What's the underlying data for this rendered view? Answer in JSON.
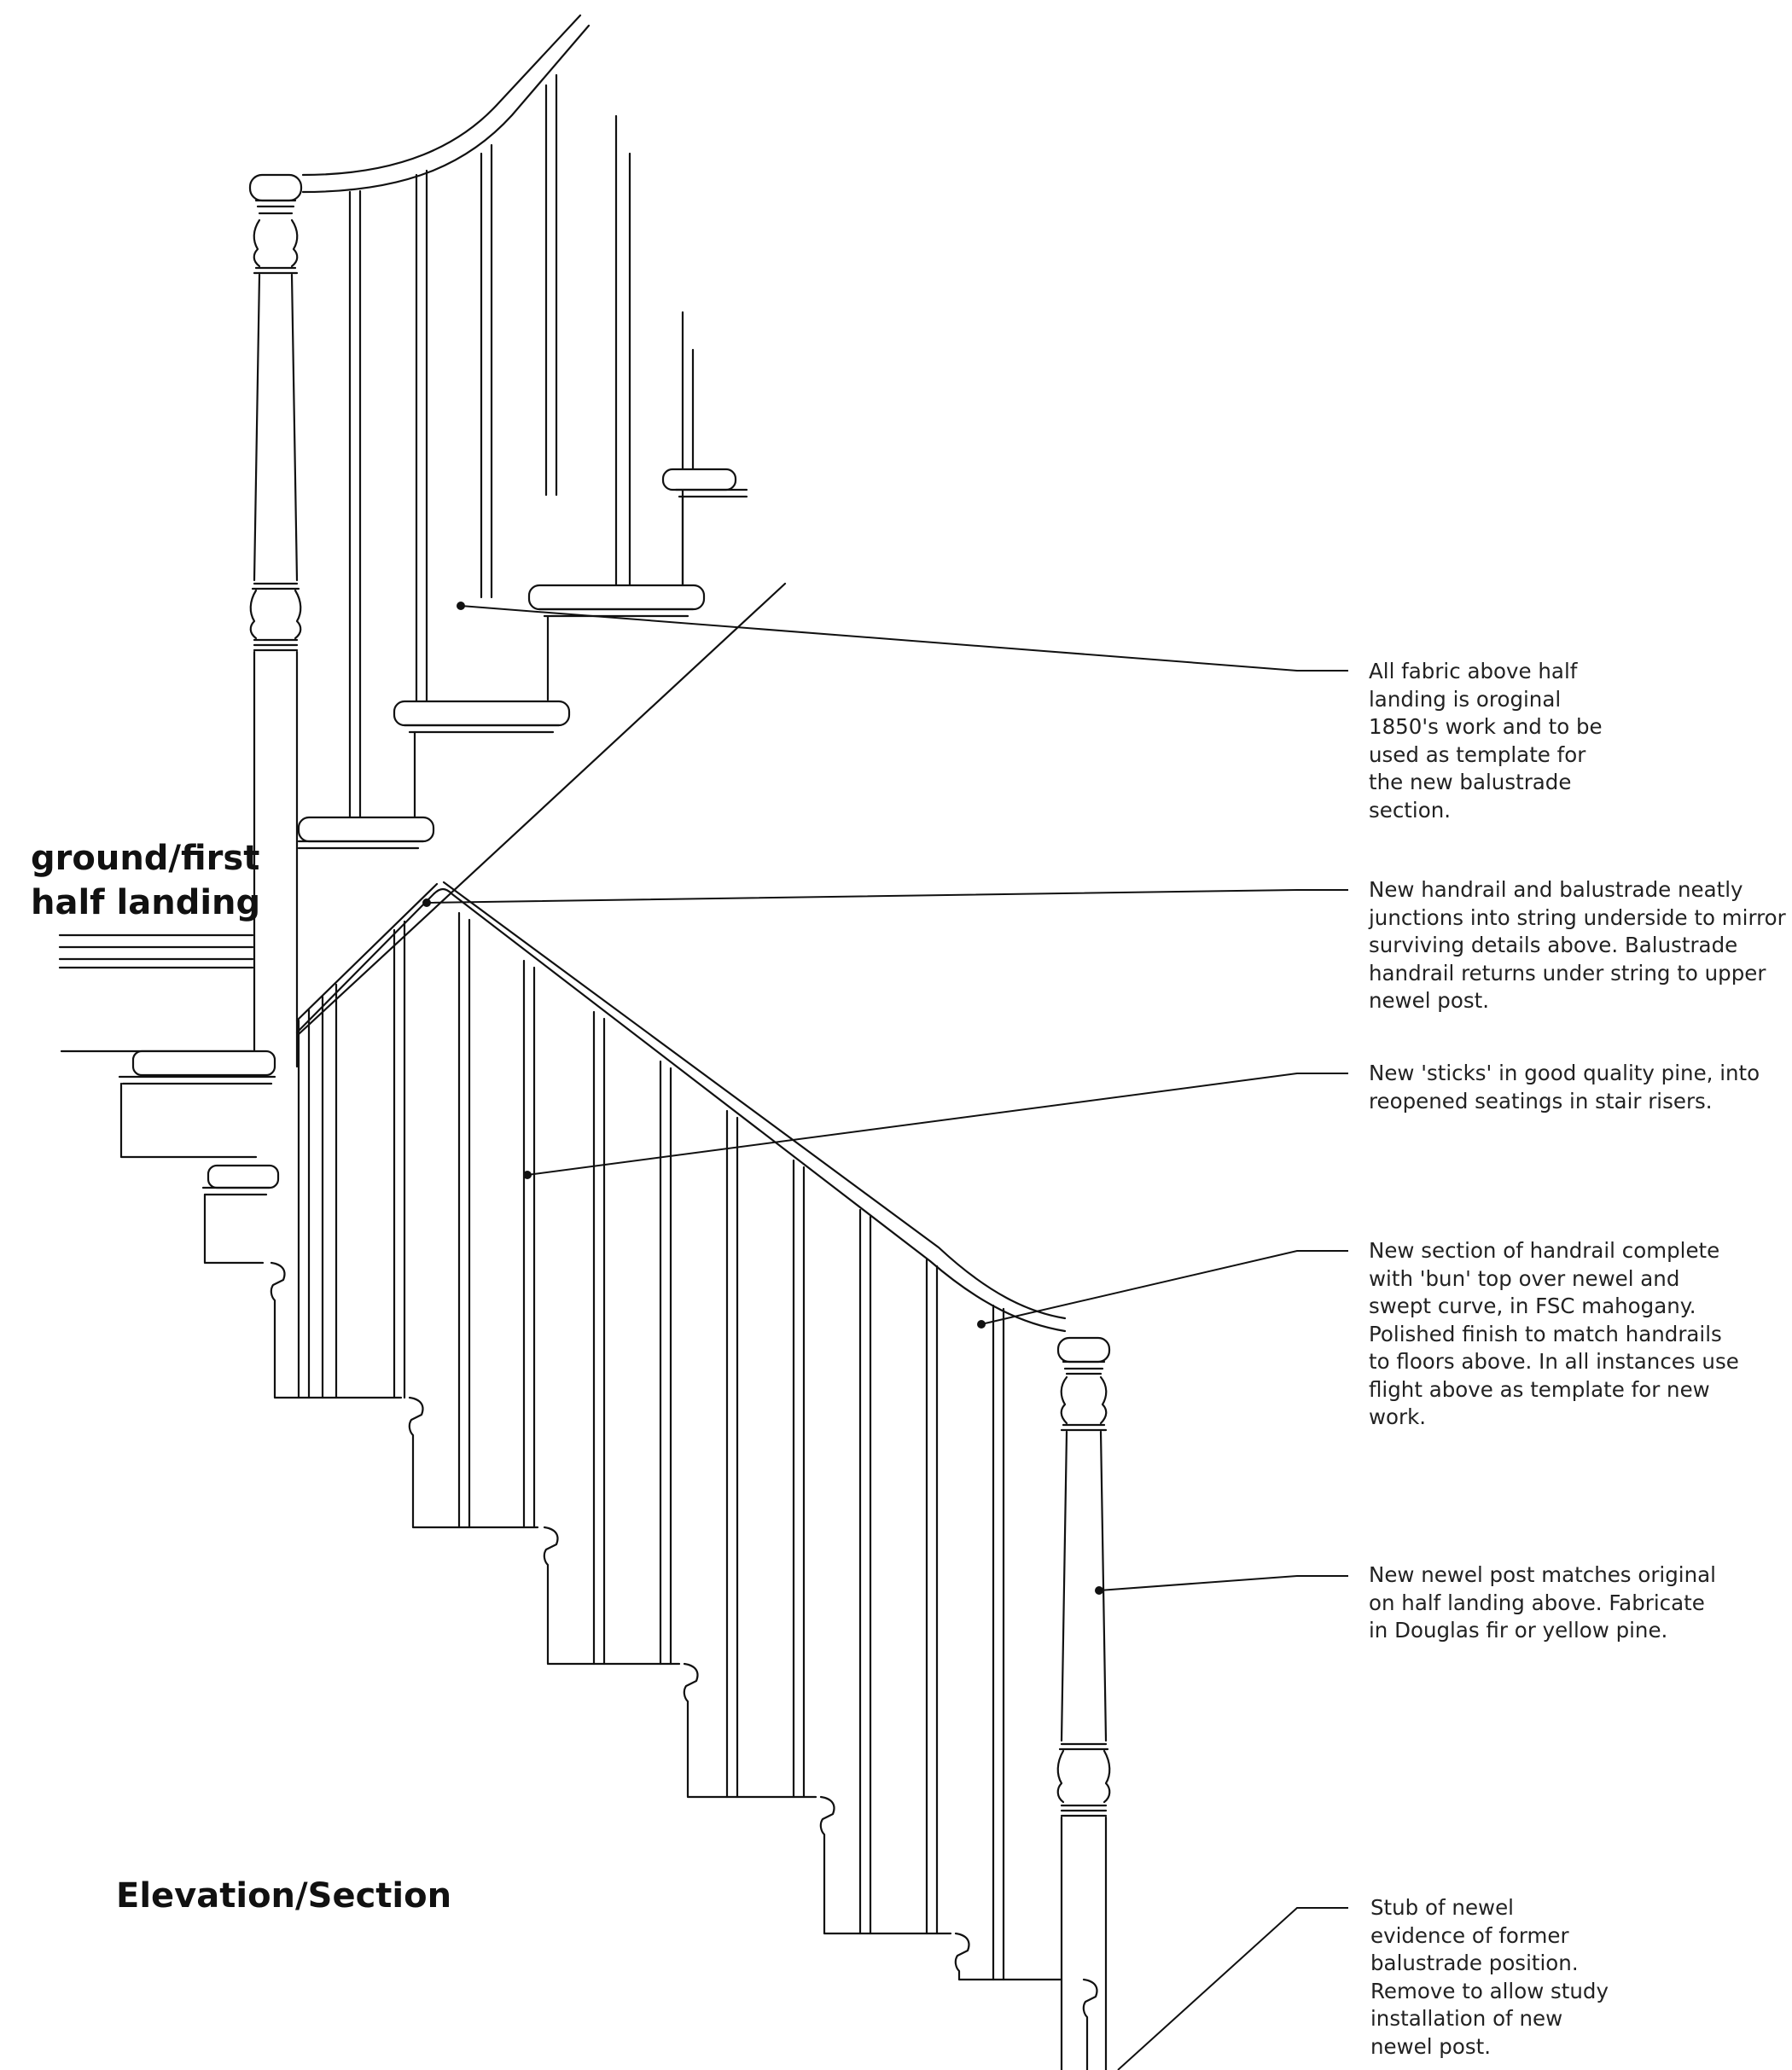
{
  "labels": {
    "landing": "ground/first\nhalf landing",
    "view": "Elevation/Section"
  },
  "notes": [
    {
      "id": "fabric",
      "text": "All fabric above half\nlanding is oroginal\n1850's work and to be\nused as template for\nthe new balustrade\nsection."
    },
    {
      "id": "handrail-junction",
      "text": "New handrail and balustrade neatly\njunctions into string underside to mirror\nsurviving details  above. Balustrade\nhandrail returns under string to upper\nnewel post."
    },
    {
      "id": "sticks",
      "text": "New 'sticks' in good quality pine, into\nreopened seatings in stair risers."
    },
    {
      "id": "handrail-section",
      "text": "New section of handrail complete\nwith 'bun' top over newel and\nswept curve, in FSC mahogany.\nPolished finish to match  handrails\nto floors above. In all instances use\nflight above as template for new\nwork."
    },
    {
      "id": "newel-post",
      "text": "New newel post matches original\non half landing above. Fabricate\nin Douglas fir or yellow pine."
    },
    {
      "id": "stub",
      "text": "Stub of newel\nevidence of former\nbalustrade position.\nRemove to allow study\ninstallation of new\nnewel post."
    }
  ]
}
